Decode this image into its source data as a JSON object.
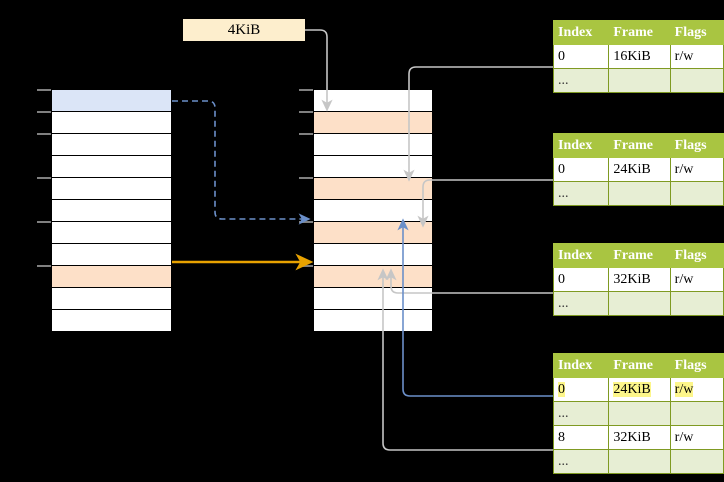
{
  "diagram": {
    "title_label": "4KiB",
    "colors": {
      "table_header": "#a9c541",
      "table_ellipsis_row": "#e7eed4",
      "highlight_blue": "#dbe5f7",
      "highlight_orange": "#fde0c8",
      "highlight_yellow": "#fdf68a",
      "arrow_orange": "#e8a200",
      "arrow_blue": "#6b8fc9",
      "arrow_grey": "#c0c0c0"
    }
  },
  "virtual_column": {
    "name": "virtual-address-space",
    "row_count": 11,
    "rows": [
      {
        "index": 0,
        "fill": "blue"
      },
      {
        "index": 1,
        "fill": "white"
      },
      {
        "index": 2,
        "fill": "white"
      },
      {
        "index": 3,
        "fill": "white"
      },
      {
        "index": 4,
        "fill": "white"
      },
      {
        "index": 5,
        "fill": "white"
      },
      {
        "index": 6,
        "fill": "white"
      },
      {
        "index": 7,
        "fill": "white"
      },
      {
        "index": 8,
        "fill": "orange"
      },
      {
        "index": 9,
        "fill": "white"
      },
      {
        "index": 10,
        "fill": "white"
      }
    ]
  },
  "physical_column": {
    "name": "physical-memory",
    "row_count": 11,
    "rows": [
      {
        "index": 0,
        "fill": "white"
      },
      {
        "index": 1,
        "fill": "orange"
      },
      {
        "index": 2,
        "fill": "white"
      },
      {
        "index": 3,
        "fill": "white"
      },
      {
        "index": 4,
        "fill": "orange"
      },
      {
        "index": 5,
        "fill": "white"
      },
      {
        "index": 6,
        "fill": "orange"
      },
      {
        "index": 7,
        "fill": "white"
      },
      {
        "index": 8,
        "fill": "orange"
      },
      {
        "index": 9,
        "fill": "white"
      },
      {
        "index": 10,
        "fill": "white"
      }
    ]
  },
  "tables": [
    {
      "name": "page-table-level-1",
      "headers": [
        "Index",
        "Frame",
        "Flags"
      ],
      "rows": [
        {
          "type": "data",
          "cells": [
            "0",
            "16KiB",
            "r/w"
          ],
          "highlight": []
        },
        {
          "type": "ellipsis",
          "cells": [
            "...",
            "",
            ""
          ],
          "highlight": []
        }
      ]
    },
    {
      "name": "page-table-level-2",
      "headers": [
        "Index",
        "Frame",
        "Flags"
      ],
      "rows": [
        {
          "type": "data",
          "cells": [
            "0",
            "24KiB",
            "r/w"
          ],
          "highlight": []
        },
        {
          "type": "ellipsis",
          "cells": [
            "...",
            "",
            ""
          ],
          "highlight": []
        }
      ]
    },
    {
      "name": "page-table-level-3",
      "headers": [
        "Index",
        "Frame",
        "Flags"
      ],
      "rows": [
        {
          "type": "data",
          "cells": [
            "0",
            "32KiB",
            "r/w"
          ],
          "highlight": []
        },
        {
          "type": "ellipsis",
          "cells": [
            "...",
            "",
            ""
          ],
          "highlight": []
        }
      ]
    },
    {
      "name": "page-table-level-4",
      "headers": [
        "Index",
        "Frame",
        "Flags"
      ],
      "rows": [
        {
          "type": "data",
          "cells": [
            "0",
            "24KiB",
            "r/w"
          ],
          "highlight": [
            "frame",
            "flags",
            "index"
          ]
        },
        {
          "type": "ellipsis",
          "cells": [
            "...",
            "",
            ""
          ],
          "highlight": []
        },
        {
          "type": "data",
          "cells": [
            "8",
            "32KiB",
            "r/w"
          ],
          "highlight": []
        },
        {
          "type": "ellipsis",
          "cells": [
            "...",
            "",
            ""
          ],
          "highlight": []
        }
      ]
    }
  ]
}
